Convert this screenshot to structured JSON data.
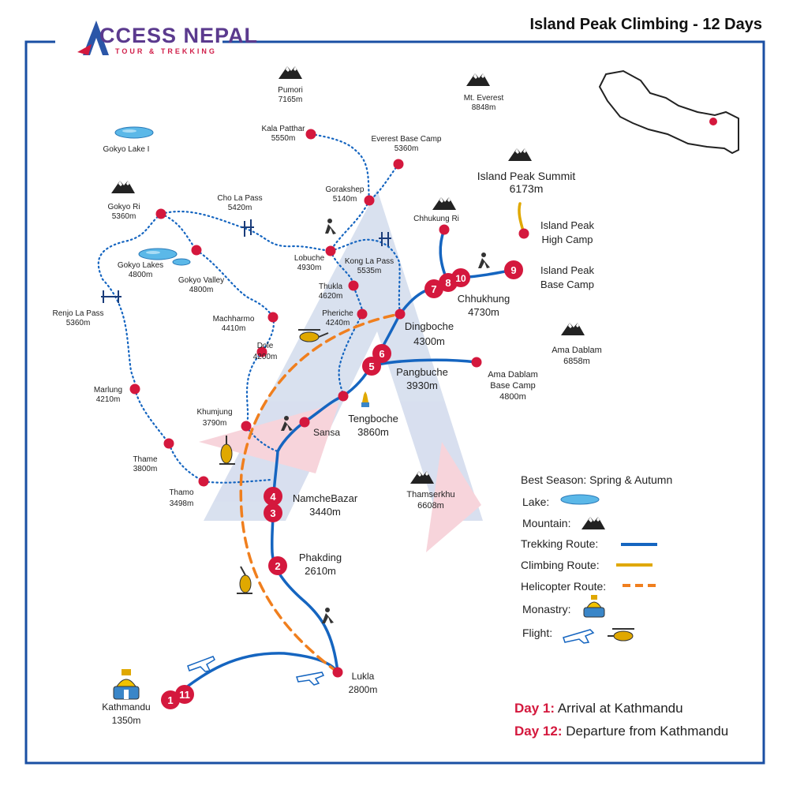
{
  "header": {
    "brand_main": "CCESS NEPAL",
    "brand_sub": "TOUR & TREKKING",
    "title": "Island Peak Climbing - 12 Days"
  },
  "colors": {
    "trek": "#1565c0",
    "climb": "#e0a800",
    "heli": "#f07f1e",
    "marker": "#d4183d",
    "frame": "#1a4fa3",
    "lake": "#5bb8e8"
  },
  "mountains": {
    "pumori": {
      "name": "Pumori",
      "alt": "7165m"
    },
    "everest": {
      "name": "Mt. Everest",
      "alt": "8848m"
    },
    "island_peak": {
      "name": "Island Peak Summit",
      "alt": "6173m"
    },
    "gokyo_ri": {
      "name": "Gokyo Ri",
      "alt": "5360m"
    },
    "chhukung_ri": {
      "name": "Chhukung Ri"
    },
    "ama_dablam": {
      "name": "Ama Dablam",
      "alt": "6858m"
    },
    "thamserku": {
      "name": "Thamserkhu",
      "alt": "6608m"
    }
  },
  "places": {
    "gokyo_lake1": {
      "name": "Gokyo Lake I"
    },
    "gokyo_lakes": {
      "name": "Gokyo Lakes",
      "alt": "4800m"
    },
    "gokyo_valley": {
      "name": "Gokyo Valley",
      "alt": "4800m"
    },
    "kala_patthar": {
      "name": "Kala Patthar",
      "alt": "5550m"
    },
    "ebc": {
      "name": "Everest Base Camp",
      "alt": "5360m"
    },
    "cho_la": {
      "name": "Cho La Pass",
      "alt": "5420m"
    },
    "gorakshep": {
      "name": "Gorakshep",
      "alt": "5140m"
    },
    "lobuche": {
      "name": "Lobuche",
      "alt": "4930m"
    },
    "kong_la": {
      "name": "Kong La Pass",
      "alt": "5535m"
    },
    "thukla": {
      "name": "Thukla",
      "alt": "4620m"
    },
    "pheriche": {
      "name": "Pheriche",
      "alt": "4240m"
    },
    "renjo_la": {
      "name": "Renjo La Pass",
      "alt": "5360m"
    },
    "machharmo": {
      "name": "Machharmo",
      "alt": "4410m"
    },
    "dole": {
      "name": "Dole",
      "alt": "4200m"
    },
    "marlung": {
      "name": "Marlung",
      "alt": "4210m"
    },
    "khumjung": {
      "name": "Khumjung",
      "alt": "3790m"
    },
    "thame": {
      "name": "Thame",
      "alt": "3800m"
    },
    "thamo": {
      "name": "Thamo",
      "alt": "3498m"
    },
    "sansa": {
      "name": "Sansa"
    },
    "tengboche": {
      "name": "Tengboche",
      "alt": "3860m"
    },
    "dingboche": {
      "name": "Dingboche",
      "alt": "4300m"
    },
    "pangbuche": {
      "name": "Pangbuche",
      "alt": "3930m"
    },
    "ama_bc": {
      "name": "Ama Dablam",
      "name2": "Base Camp",
      "alt": "4800m"
    },
    "chhukhung": {
      "name": "Chhukhung",
      "alt": "4730m"
    },
    "high_camp": {
      "name": "Island Peak",
      "name2": "High Camp"
    },
    "base_camp": {
      "name": "Island Peak",
      "name2": "Base Camp"
    },
    "namche": {
      "name": "NamcheBazar",
      "alt": "3440m"
    },
    "phakding": {
      "name": "Phakding",
      "alt": "2610m"
    },
    "lukla": {
      "name": "Lukla",
      "alt": "2800m"
    },
    "kathmandu": {
      "name": "Kathmandu",
      "alt": "1350m"
    }
  },
  "day_markers": [
    "1",
    "11",
    "2",
    "3",
    "4",
    "5",
    "6",
    "7",
    "8",
    "10",
    "9"
  ],
  "legend": {
    "best_season": "Best Season: Spring & Autumn",
    "lake": "Lake:",
    "mountain": "Mountain:",
    "trekking_route": "Trekking Route:",
    "climbing_route": "Climbing Route:",
    "helicopter_route": "Helicopter Route:",
    "monastry": "Monastry:",
    "flight": "Flight:"
  },
  "itinerary": [
    {
      "day": "Day 1:",
      "text": "Arrival at Kathmandu"
    },
    {
      "day": "Day 12:",
      "text": "Departure from Kathmandu"
    }
  ]
}
